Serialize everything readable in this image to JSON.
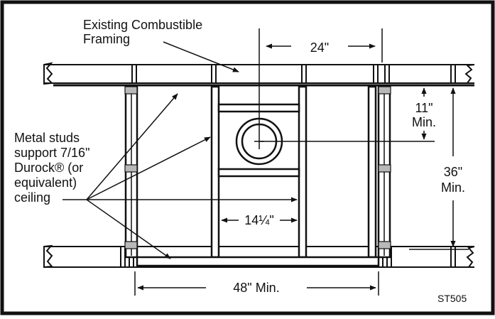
{
  "labels": {
    "framing_line1": "Existing Combustible",
    "framing_line2": "Framing",
    "stud_spacing": "24\"",
    "clearance_top": "11\"",
    "clearance_top_unit": "Min.",
    "clearance_total": "36\"",
    "clearance_total_unit": "Min.",
    "metal_studs_lines": [
      "Metal studs",
      "support 7/16\"",
      "Durock® (or",
      "equivalent)",
      "ceiling"
    ],
    "inner_spacing": "14¼\"",
    "width_min": "48\" Min.",
    "figure_code": "ST505"
  },
  "colors": {
    "line": "#111111",
    "fill": "#ffffff",
    "fastener": "#b8b8b8"
  }
}
